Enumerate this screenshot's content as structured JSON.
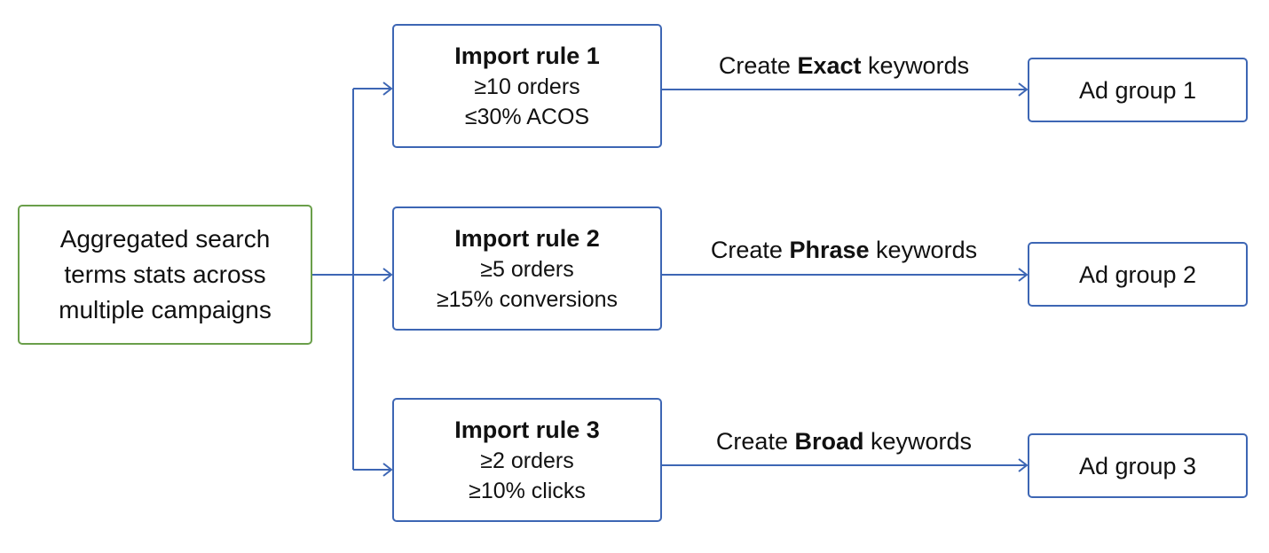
{
  "source": {
    "lines": [
      "Aggregated search",
      "terms stats across",
      "multiple campaigns"
    ]
  },
  "rules": [
    {
      "title": "Import rule 1",
      "criteria": [
        "≥10 orders",
        "≤30% ACOS"
      ],
      "action": {
        "prefix": "Create",
        "match_type": "Exact",
        "suffix": "keywords"
      },
      "target": "Ad group 1"
    },
    {
      "title": "Import rule 2",
      "criteria": [
        "≥5 orders",
        "≥15% conversions"
      ],
      "action": {
        "prefix": "Create",
        "match_type": "Phrase",
        "suffix": "keywords"
      },
      "target": "Ad group 2"
    },
    {
      "title": "Import rule 3",
      "criteria": [
        "≥2 orders",
        "≥10% clicks"
      ],
      "action": {
        "prefix": "Create",
        "match_type": "Broad",
        "suffix": "keywords"
      },
      "target": "Ad group 3"
    }
  ],
  "colors": {
    "source_border": "#6a9f4a",
    "flow_blue": "#3d66b4",
    "text": "#111111"
  }
}
